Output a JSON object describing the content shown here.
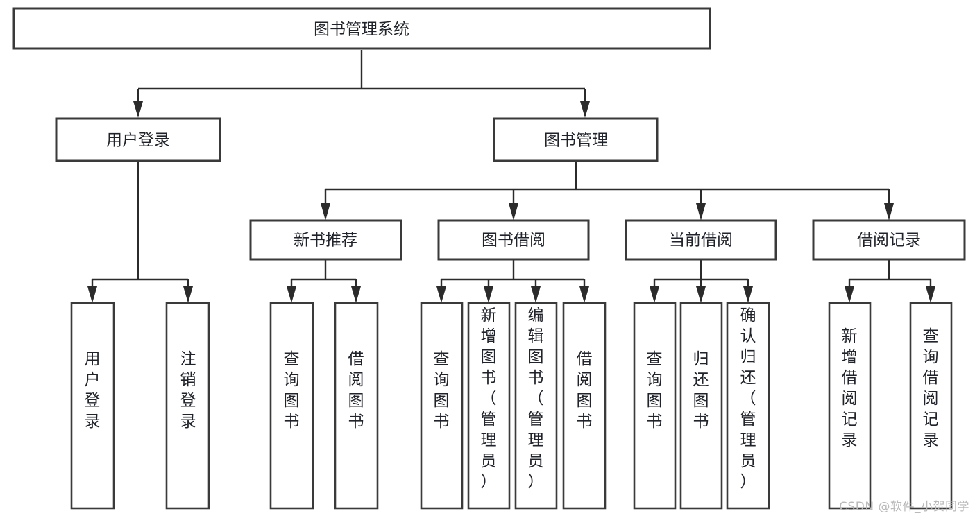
{
  "diagram": {
    "type": "tree-hierarchy-chart",
    "title": "图书管理系统",
    "watermark": "CSDN @软件_小贺同学",
    "colors": {
      "box_stroke": "#3a3a3a",
      "connector": "#2b2b2b",
      "box_fill": "#ffffff",
      "text": "#20232a",
      "watermark": "#b9b9b9"
    },
    "levels": {
      "root": {
        "label": "图书管理系统"
      },
      "level2": [
        {
          "label": "用户登录"
        },
        {
          "label": "图书管理"
        }
      ],
      "level3": [
        {
          "label": "新书推荐"
        },
        {
          "label": "图书借阅"
        },
        {
          "label": "当前借阅"
        },
        {
          "label": "借阅记录"
        }
      ],
      "leaves": [
        {
          "label": "用户登录",
          "parent": "用户登录"
        },
        {
          "label": "注销登录",
          "parent": "用户登录"
        },
        {
          "label": "查询图书",
          "parent": "新书推荐"
        },
        {
          "label": "借阅图书",
          "parent": "新书推荐"
        },
        {
          "label": "查询图书",
          "parent": "图书借阅"
        },
        {
          "label": "新增图书（管理员）",
          "parent": "图书借阅"
        },
        {
          "label": "编辑图书（管理员）",
          "parent": "图书借阅"
        },
        {
          "label": "借阅图书",
          "parent": "图书借阅"
        },
        {
          "label": "查询图书",
          "parent": "当前借阅"
        },
        {
          "label": "归还图书",
          "parent": "当前借阅"
        },
        {
          "label": "确认归还（管理员）",
          "parent": "当前借阅"
        },
        {
          "label": "新增借阅记录",
          "parent": "借阅记录"
        },
        {
          "label": "查询借阅记录",
          "parent": "借阅记录"
        }
      ]
    }
  }
}
